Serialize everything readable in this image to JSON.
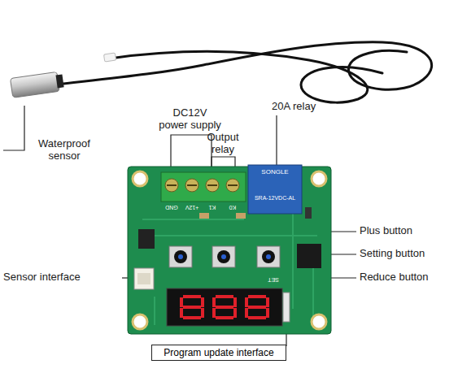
{
  "diagram": {
    "nodes": [
      {
        "text": [
          "Program update interface"
        ]
      }
    ],
    "labels": [
      "Waterproof sensor",
      "DC12V power supply",
      "Output relay",
      "20A relay",
      "Plus button",
      "Setting button",
      "Reduce button",
      "Sensor interface",
      "GND",
      "+12V",
      "K1",
      "K0",
      "SONGLE",
      "SRA-12VDC-AL",
      "SET"
    ]
  }
}
